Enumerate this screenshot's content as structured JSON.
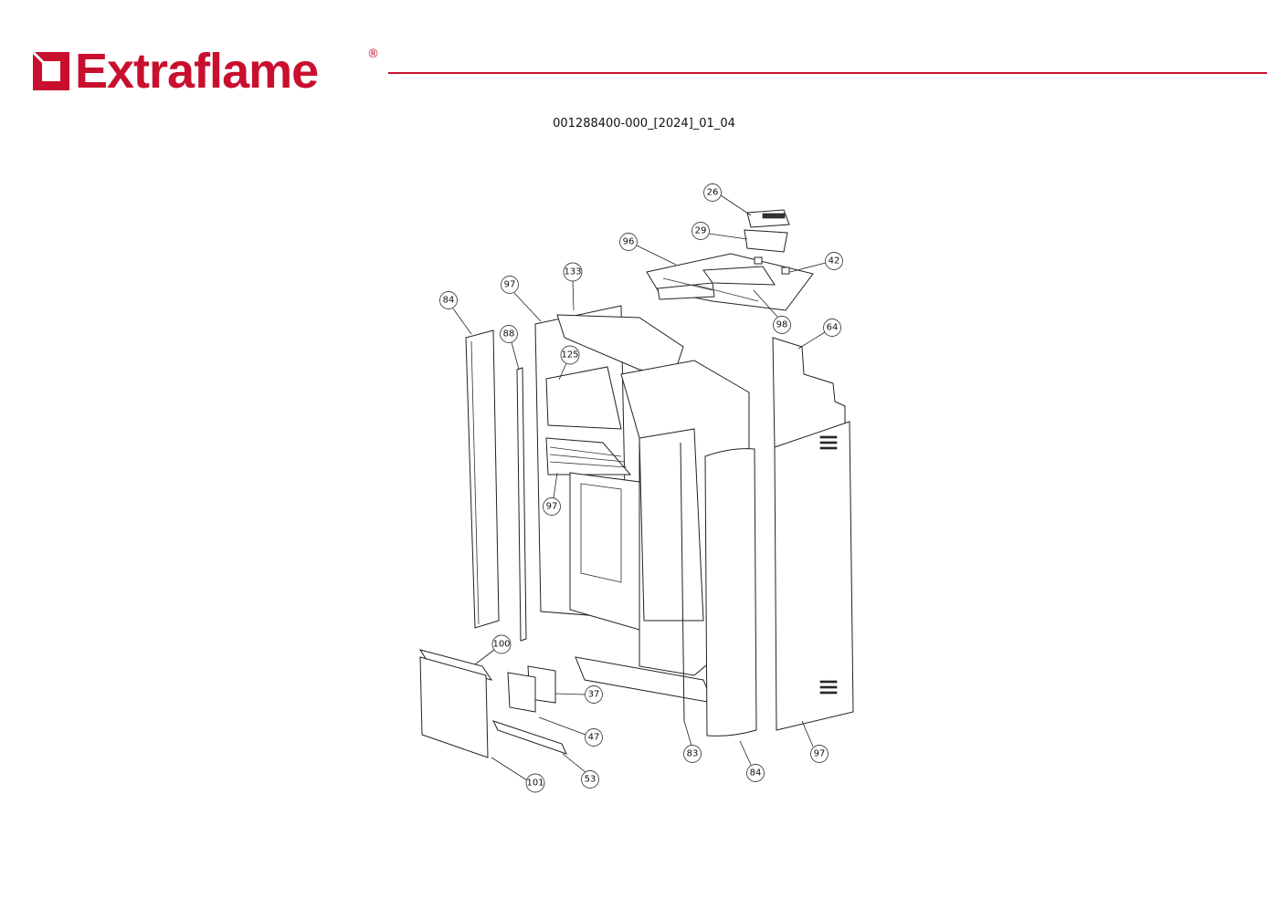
{
  "header": {
    "brand": "Extraflame",
    "registered_mark": "®",
    "brand_color": "#c8102e",
    "document_code": "001288400-000_[2024]_01_04"
  },
  "diagram": {
    "callouts": [
      "26",
      "29",
      "96",
      "42",
      "133",
      "97",
      "84",
      "98",
      "64",
      "88",
      "125",
      "97",
      "100",
      "37",
      "47",
      "83",
      "97",
      "84",
      "53",
      "101"
    ]
  }
}
